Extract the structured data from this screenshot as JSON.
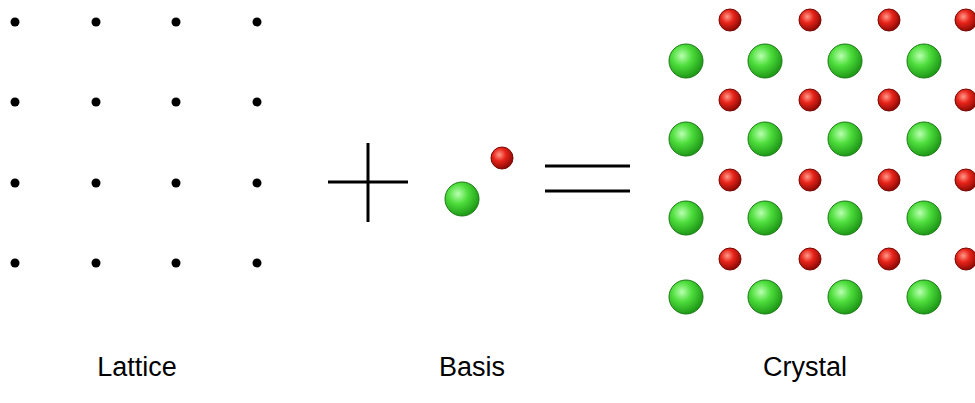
{
  "diagram": {
    "labels": [
      "Lattice",
      "Basis",
      "Crystal"
    ]
  }
}
